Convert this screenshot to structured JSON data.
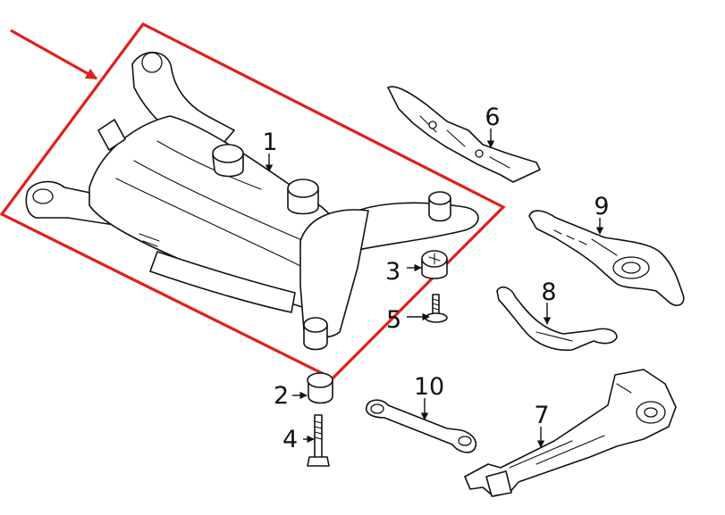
{
  "callouts": {
    "c1": "1",
    "c2": "2",
    "c3": "3",
    "c4": "4",
    "c5": "5",
    "c6": "6",
    "c7": "7",
    "c8": "8",
    "c9": "9",
    "c10": "10"
  },
  "colors": {
    "highlight": "#e0201b",
    "line": "#111111",
    "background": "#ffffff"
  }
}
